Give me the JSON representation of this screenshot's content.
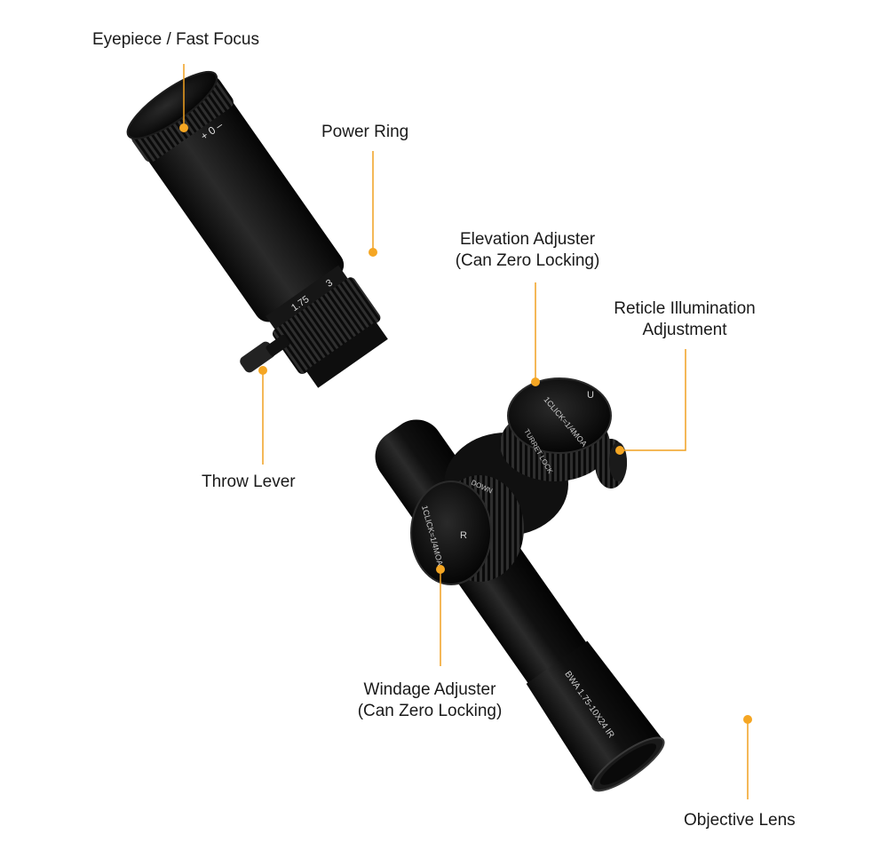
{
  "labels": {
    "eyepiece": "Eyepiece / Fast Focus",
    "power_ring": "Power Ring",
    "elevation": [
      "Elevation Adjuster",
      "(Can Zero Locking)"
    ],
    "reticle": [
      "Reticle Illumination",
      "Adjustment"
    ],
    "throw_lever": "Throw Lever",
    "windage": [
      "Windage Adjuster",
      "(Can Zero Locking)"
    ],
    "objective": "Objective Lens"
  },
  "markings": {
    "eyepiece_scale": "+ 0 –",
    "power_low": "1.75",
    "power_mid": "3",
    "elevation_turret": "1CLICK=1/4MOA",
    "elevation_dir": "U",
    "turret_lock": "TURRET LOCK",
    "windage_turret": "1CLICK=1/4MOA",
    "windage_dir": "R",
    "windage_down": "DOWN",
    "model": "BWA 1.75-10X24 IR"
  },
  "colors": {
    "leader": "#f0a020",
    "dot": "#f5a623",
    "scope_body": "#0c0c0c"
  }
}
